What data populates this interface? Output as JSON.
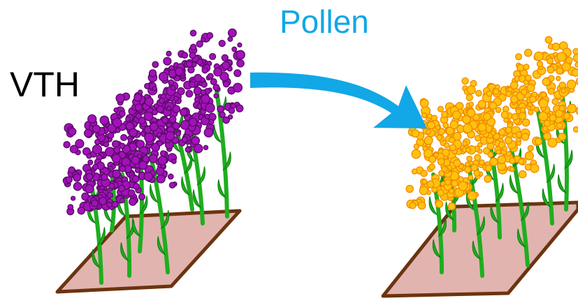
{
  "labels": {
    "left_plot": "VTH",
    "arrow": "Pollen"
  },
  "colors": {
    "text": "#000000",
    "arrow": "#12a7e6",
    "plot_fill": "#e2b4b0",
    "plot_border": "#6b3410",
    "stem": "#1fae1f",
    "stem_dark": "#0d7a0d",
    "purple_flower": "#a112b8",
    "purple_flower_edge": "#5a0a68",
    "yellow_flower": "#ffc20e",
    "yellow_flower_edge": "#f08a00"
  },
  "icons": {
    "left_field": "purple-flowering-plants-plot",
    "right_field": "yellow-flowering-plants-plot",
    "arrow": "curved-arrow-icon"
  }
}
